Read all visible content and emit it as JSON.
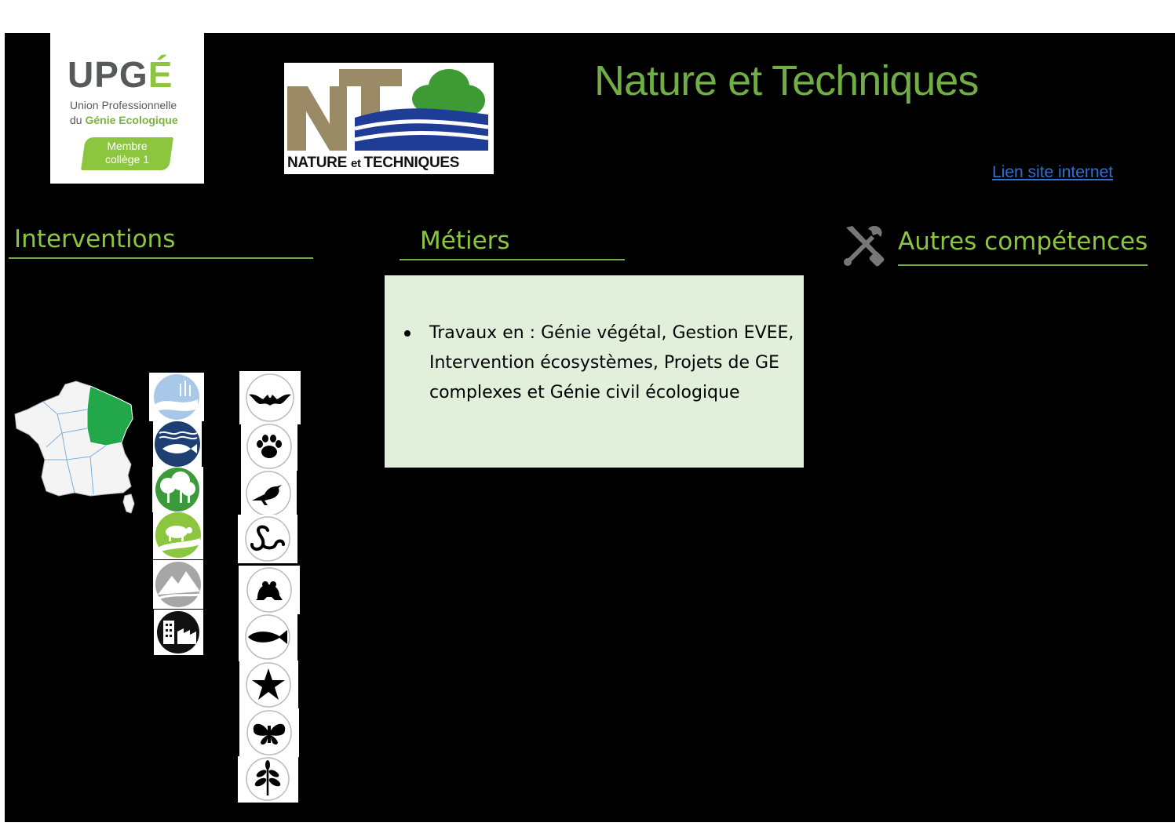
{
  "upge_logo": {
    "word_part1": "UPG",
    "word_part2": "É",
    "line1": "Union Professionnelle",
    "line2_prefix": "du ",
    "line2_highlight": "Génie Ecologique",
    "badge_line1": "Membre",
    "badge_line2": "collège 1"
  },
  "nt_logo": {
    "caption_a": "NATURE ",
    "caption_b": "et ",
    "caption_c": "TECHNIQUES"
  },
  "header": {
    "title": "Nature et Techniques",
    "website_link": "Lien site internet"
  },
  "sections": {
    "interventions": "Interventions",
    "metiers": "Métiers",
    "autres": "Autres compétences"
  },
  "metiers_items": [
    "Travaux en : Génie végétal, Gestion EVEE, Intervention écosystèmes, Projets de GE complexes et Génie civil écologique"
  ],
  "ecosystem_icons": [
    "wetland-icon",
    "river-fish-icon",
    "forest-icon",
    "grassland-sheep-icon",
    "mountain-icon",
    "urban-industrial-icon"
  ],
  "species_icons": [
    "bat-icon",
    "mammal-paw-icon",
    "bird-icon",
    "reptile-snake-icon",
    "amphibian-frog-icon",
    "fish-icon",
    "starfish-icon",
    "butterfly-icon",
    "plant-icon"
  ],
  "colors": {
    "accent_green": "#70ad47",
    "light_green": "#8cc63f",
    "region_green": "#22a84b",
    "box_bg": "#e2efda",
    "link_blue": "#2f6fd6"
  }
}
